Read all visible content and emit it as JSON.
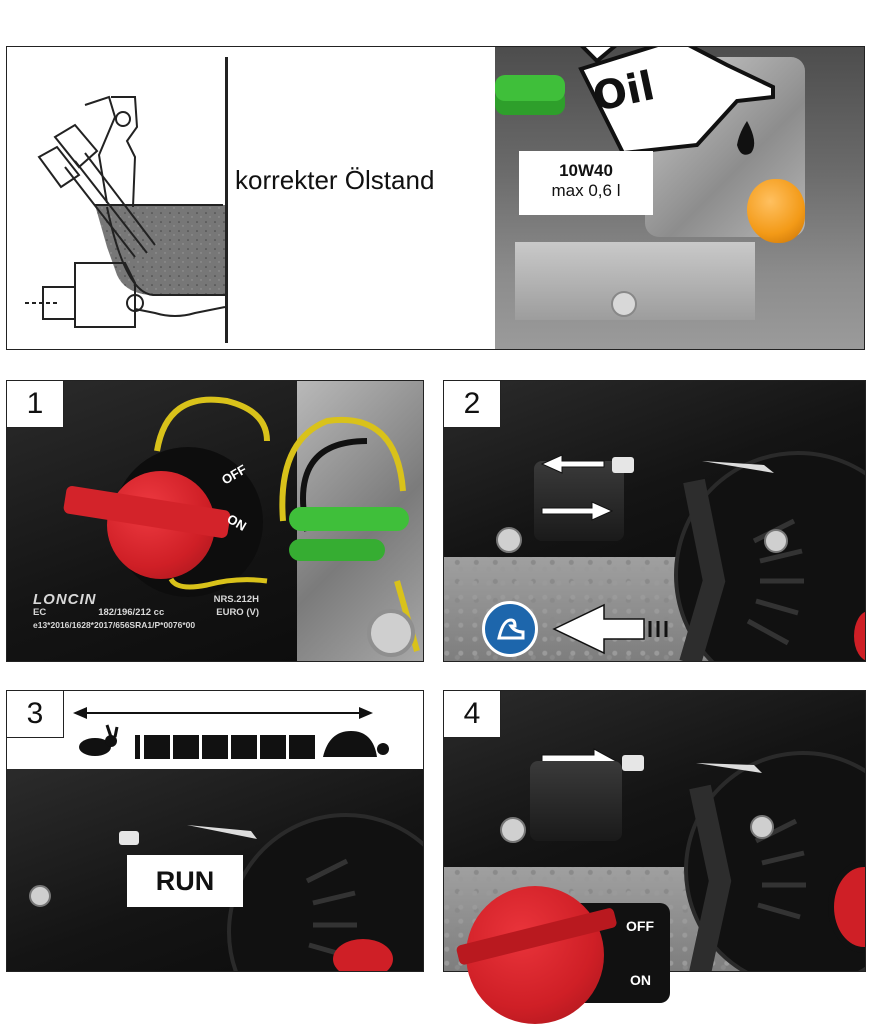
{
  "top": {
    "level_label": "korrekter Ölstand",
    "oil_can_label": "Oil",
    "oil_grade": "10W40",
    "oil_capacity": "max 0,6 l"
  },
  "step1": {
    "number": "1",
    "switch_off_label": "OFF",
    "switch_on_label": "ON",
    "plate_brand": "LONCIN",
    "plate_model": "NRS.212H",
    "plate_ec": "EC",
    "plate_displacement": "182/196/212 cc",
    "plate_euro": "EURO (V)",
    "plate_approval": "e13*2016/1628*2017/656SRA1/P*0076*00"
  },
  "step2": {
    "number": "2"
  },
  "step3": {
    "number": "3",
    "run_label": "RUN"
  },
  "step4": {
    "number": "4",
    "switch_off_label": "OFF",
    "switch_on_label": "ON"
  },
  "colors": {
    "switch_red": "#cf1f26",
    "switch_red_dark": "#a3151b",
    "choke_orange": "#f39a17",
    "instruction_blue": "#1d66ac",
    "wire_green": "#3fbf3a",
    "wire_yellow": "#d9c21a"
  }
}
